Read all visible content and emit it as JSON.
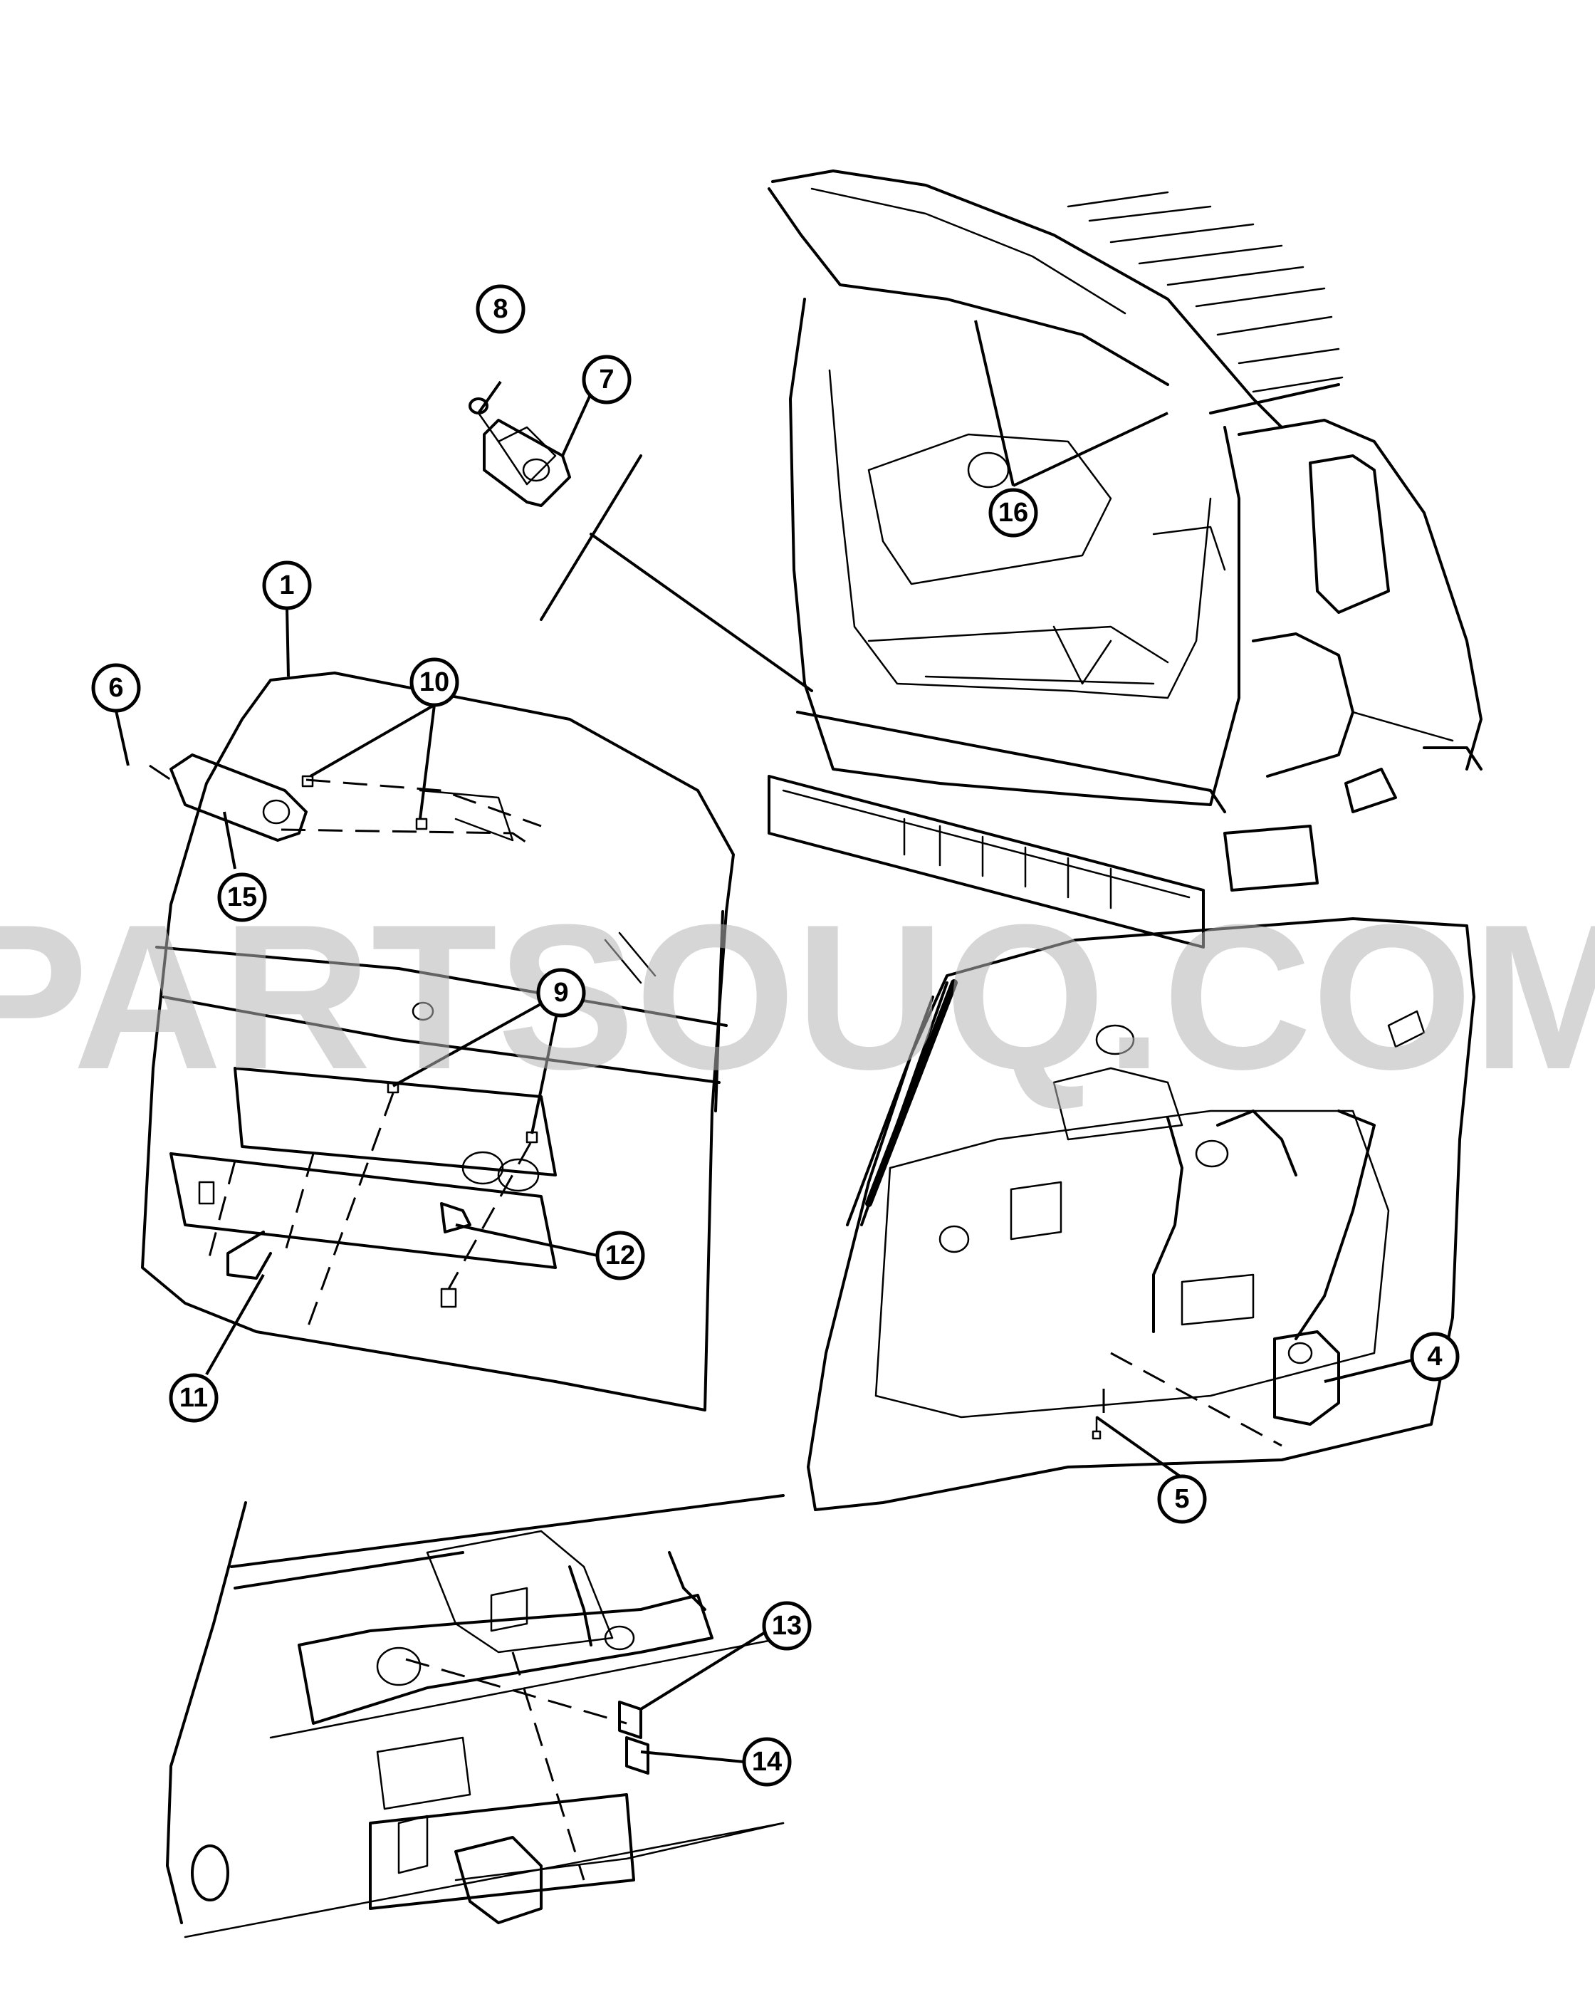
{
  "watermark": "PARTSOUQ.COM",
  "callouts": {
    "c1": "1",
    "c4": "4",
    "c5": "5",
    "c6": "6",
    "c7": "7",
    "c8": "8",
    "c9": "9",
    "c10": "10",
    "c11": "11",
    "c12": "12",
    "c13": "13",
    "c14": "14",
    "c15": "15",
    "c16": "16"
  },
  "colors": {
    "line": "#000000",
    "watermark": "#b4b4b4",
    "background": "#ffffff"
  }
}
